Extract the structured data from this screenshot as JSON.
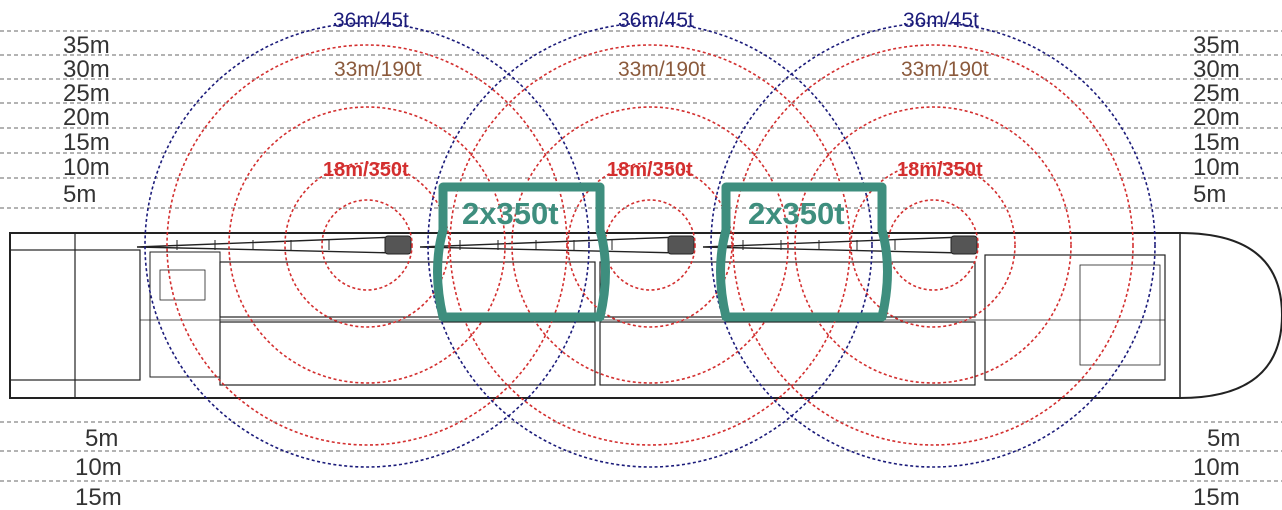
{
  "scale": {
    "upper_labels": [
      "35m",
      "30m",
      "25m",
      "20m",
      "15m",
      "10m",
      "5m"
    ],
    "lower_labels": [
      "5m",
      "10m",
      "15m"
    ]
  },
  "cranes": [
    {
      "outer_label": "36m/45t",
      "middle_label": "33m/190t",
      "inner_label": "18m/350t"
    },
    {
      "outer_label": "36m/45t",
      "middle_label": "33m/190t",
      "inner_label": "18m/350t"
    },
    {
      "outer_label": "36m/45t",
      "middle_label": "33m/190t",
      "inner_label": "18m/350t"
    }
  ],
  "tandem_zones": [
    {
      "label": "2x350t"
    },
    {
      "label": "2x350t"
    }
  ],
  "colors": {
    "outer_circle": "#1b1b7a",
    "middle_circle": "#d32f2f",
    "outer_text": "#1b1b7a",
    "middle_text": "#8b5a3c",
    "inner_text": "#d32f2f",
    "tandem": "#3e8e7e",
    "gridline": "#9a9a9a",
    "hull": "#222222"
  }
}
